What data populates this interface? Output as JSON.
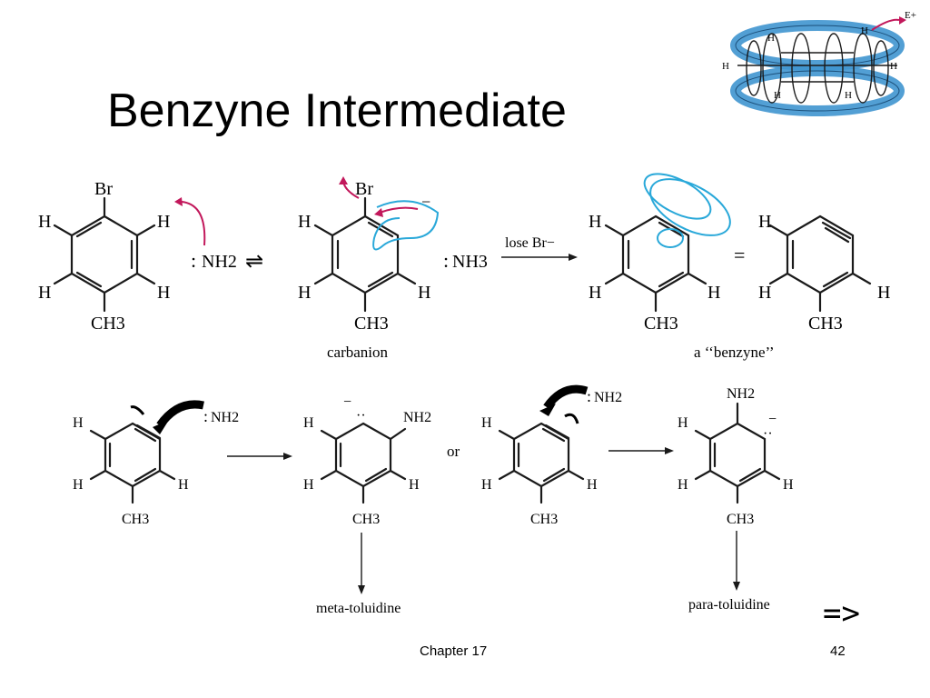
{
  "slide": {
    "title": "Benzyne Intermediate",
    "chapter": "Chapter 17",
    "page_number": "42",
    "next_arrow": "=>"
  },
  "scheme_top": {
    "br": "Br",
    "h": "H",
    "ch3": "CH3",
    "nh2": "NH2",
    "nh3": "NH3",
    "equilibrium": "⇌",
    "carbanion": "carbanion",
    "lose_br": "lose Br−",
    "equals": "=",
    "benzyne_label": "a ‘‘benzyne’’",
    "minus": "−"
  },
  "scheme_bottom": {
    "h": "H",
    "ch3": "CH3",
    "nh2": "NH2",
    "or": "or",
    "minus": "−",
    "meta_label": "meta-toluidine",
    "para_label": "para-toluidine"
  },
  "inset": {
    "h": "H",
    "eplus": "E+"
  },
  "colors": {
    "arrow_red": "#c2185b",
    "orbital_blue": "#29a8d9",
    "ring_blue": "#3f95cf"
  }
}
